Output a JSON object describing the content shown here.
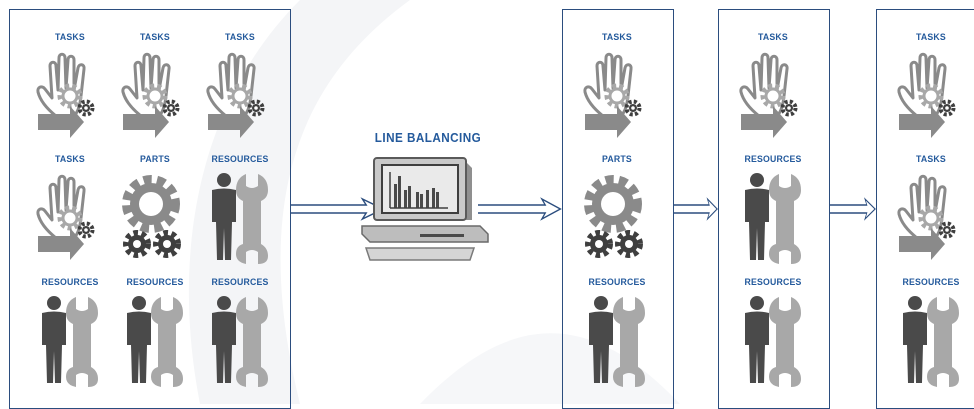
{
  "title": "LINE BALANCING",
  "colors": {
    "frame": "#2b4d7e",
    "label": "#245a9c",
    "icon_dark": "#4a4a4a",
    "icon_mid": "#8a8a8a",
    "icon_light": "#a8a8a8"
  },
  "left_panel": {
    "cells": [
      {
        "label": "TASKS",
        "icon": "hand-gear-icon"
      },
      {
        "label": "TASKS",
        "icon": "hand-gear-icon"
      },
      {
        "label": "TASKS",
        "icon": "hand-gear-icon"
      },
      {
        "label": "TASKS",
        "icon": "hand-gear-icon"
      },
      {
        "label": "PARTS",
        "icon": "gears-icon"
      },
      {
        "label": "RESOURCES",
        "icon": "worker-wrench-icon"
      },
      {
        "label": "RESOURCES",
        "icon": "worker-wrench-icon"
      },
      {
        "label": "RESOURCES",
        "icon": "worker-wrench-icon"
      },
      {
        "label": "RESOURCES",
        "icon": "worker-wrench-icon"
      }
    ]
  },
  "stations": [
    {
      "cells": [
        {
          "label": "TASKS",
          "icon": "hand-gear-icon"
        },
        {
          "label": "PARTS",
          "icon": "gears-icon"
        },
        {
          "label": "RESOURCES",
          "icon": "worker-wrench-icon"
        }
      ]
    },
    {
      "cells": [
        {
          "label": "TASKS",
          "icon": "hand-gear-icon"
        },
        {
          "label": "RESOURCES",
          "icon": "worker-wrench-icon"
        },
        {
          "label": "RESOURCES",
          "icon": "worker-wrench-icon"
        }
      ]
    },
    {
      "cells": [
        {
          "label": "TASKS",
          "icon": "hand-gear-icon"
        },
        {
          "label": "TASKS",
          "icon": "hand-gear-icon"
        },
        {
          "label": "RESOURCES",
          "icon": "worker-wrench-icon"
        }
      ]
    }
  ]
}
